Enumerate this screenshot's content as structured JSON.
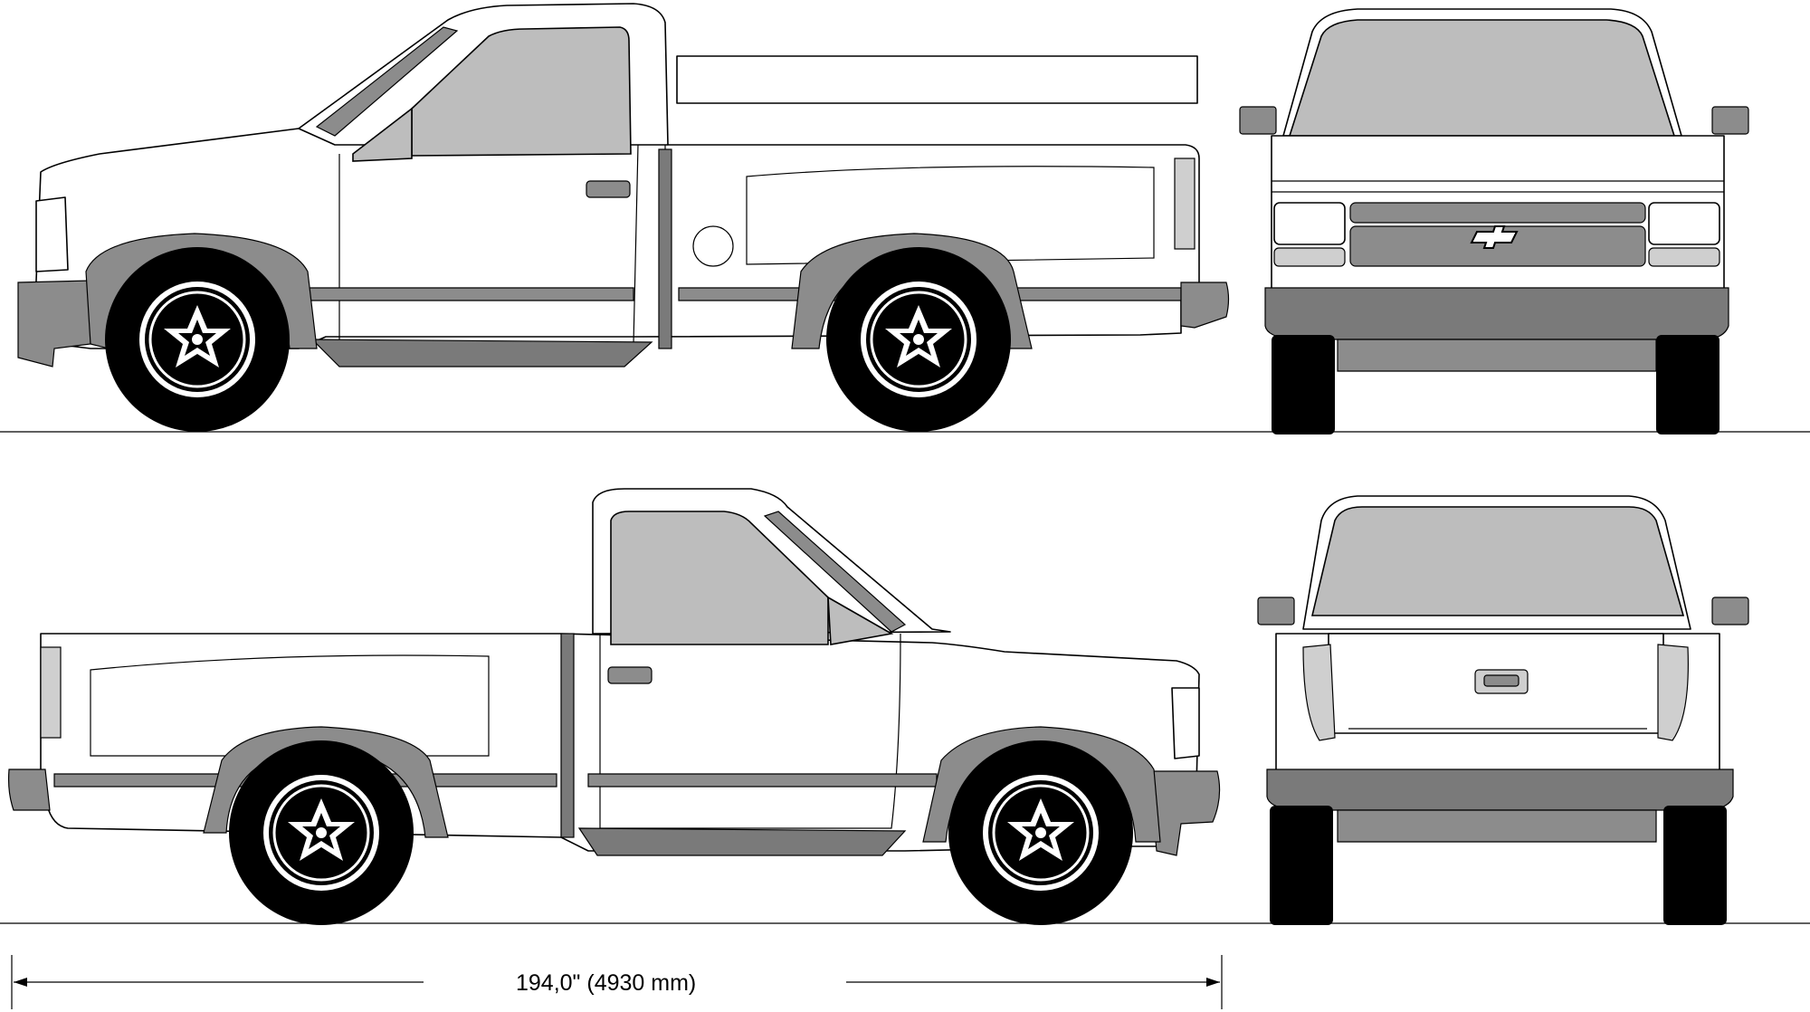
{
  "dimension": {
    "length_label": "194,0\" (4930 mm)"
  },
  "colors": {
    "body": "#ffffff",
    "glass": "#bdbdbd",
    "trim": "#8c8c8c",
    "tire": "#000000"
  },
  "views": [
    "side-view-driver",
    "front-view",
    "side-view-passenger",
    "rear-view"
  ]
}
